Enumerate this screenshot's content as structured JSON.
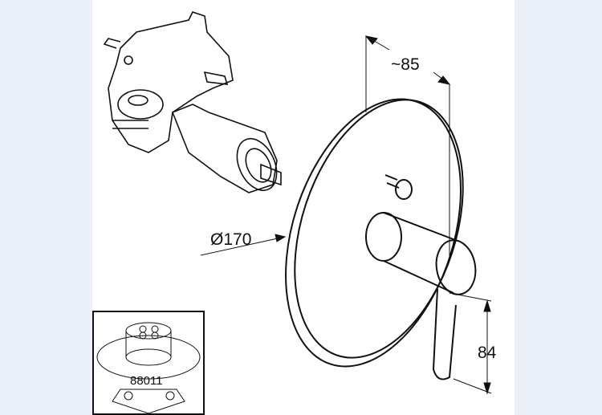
{
  "dimensions": {
    "depth": "~85",
    "diameter": "Ø170",
    "height": "84"
  },
  "inset": {
    "part_number": "88011"
  },
  "colors": {
    "background": "#ebf0f8",
    "sheet": "#ffffff",
    "line": "#111111"
  }
}
